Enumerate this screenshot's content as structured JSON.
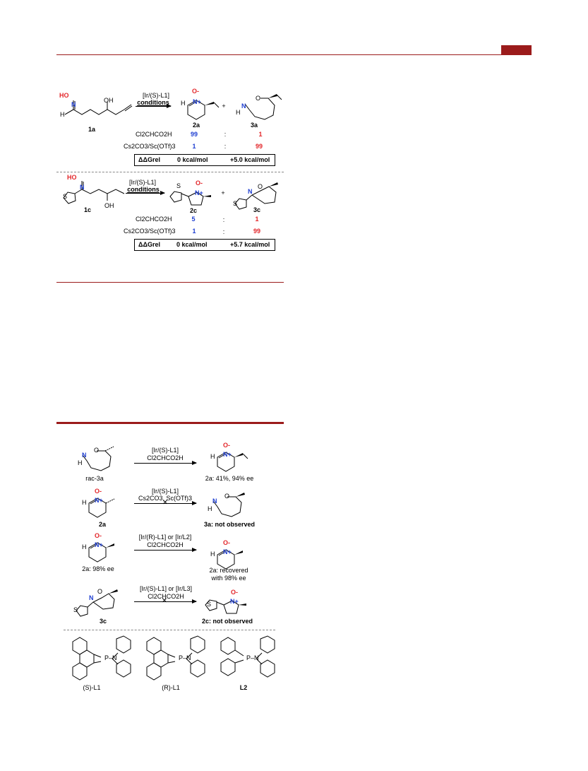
{
  "colors": {
    "accent": "#9b1b1b",
    "blue": "#1f3fd1",
    "red": "#e3262a"
  },
  "scheme1": {
    "reagent1": "[Ir/(S)-L1]",
    "reagent2": "conditions",
    "sm_label": "1a",
    "p1_label": "2a",
    "p2_label": "3a",
    "plus": "+",
    "rows": [
      {
        "cond": "Cl2CHCO2H",
        "v1": "99",
        "sep": ":",
        "v2": "1"
      },
      {
        "cond": "Cs2CO3/Sc(OTf)3",
        "v1": "1",
        "sep": ":",
        "v2": "99"
      }
    ],
    "ddg_label": "ΔΔGrel",
    "ddg_v1": "0 kcal/mol",
    "ddg_v2": "+5.0 kcal/mol"
  },
  "scheme2": {
    "reagent1": "[Ir/(S)-L1]",
    "reagent2": "conditions",
    "sm_label": "1c",
    "p1_label": "2c",
    "p2_label": "3c",
    "plus": "+",
    "rows": [
      {
        "cond": "Cl2CHCO2H",
        "v1": "5",
        "sep": ":",
        "v2": "1"
      },
      {
        "cond": "Cs2CO3/Sc(OTf)3",
        "v1": "1",
        "sep": ":",
        "v2": "99"
      }
    ],
    "ddg_label": "ΔΔGrel",
    "ddg_v1": "0 kcal/mol",
    "ddg_v2": "+5.7 kcal/mol"
  },
  "scheme3": {
    "rows": [
      {
        "sm": "rac-3a",
        "r1": "[Ir/(S)-L1]",
        "r2": "Cl2CHCO2H",
        "prod": "2a: 41%, 94% ee"
      },
      {
        "sm": "2a",
        "r1": "[Ir/(S)-L1]",
        "r2": "Cs2CO3, Sc(OTf)3",
        "prod": "3a: not observed"
      },
      {
        "sm": "2a: 98% ee",
        "r1": "[Ir/(R)-L1] or [Ir/L2]",
        "r2": "Cl2CHCO2H",
        "prod": "2a: recovered",
        "prod2": "with 98% ee"
      },
      {
        "sm": "3c",
        "r1": "[Ir/(S)-L1] or [Ir/L3]",
        "r2": "Cl2CHCO2H",
        "prod": "2c: not observed"
      }
    ],
    "ligands": [
      "(S)-L1",
      "(R)-L1",
      "L2"
    ]
  },
  "atoms": {
    "O": "O",
    "N": "N",
    "H": "H",
    "S": "S",
    "HO": "HO",
    "OH": "OH",
    "Ominus": "O-",
    "Nplus": "N+"
  }
}
